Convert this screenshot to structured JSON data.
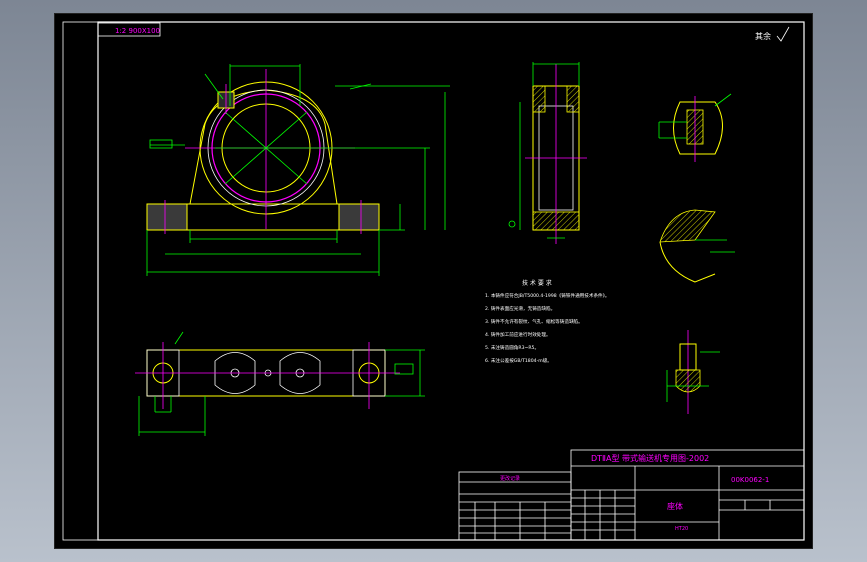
{
  "drawing": {
    "scale_tag": "1:2 900X100",
    "roughness_mark": "其余",
    "title": "DTⅡA型 带式输送机专用图-2002",
    "drawing_no": "00K0062-1",
    "part_name": "座体",
    "material": "HT20"
  },
  "tech_requirements": {
    "heading": "技 术 要 求",
    "items": [
      "1. 本铸件应符合JB/T5000.4-1998《铸铁件通用技术条件》。",
      "2. 铸件表面应光滑，无铸造缺陷。",
      "3. 铸件不允许有裂纹、气孔、缩松等铸造缺陷。",
      "4. 铸件加工前应进行时效处理。",
      "5. 未注铸造圆角R3~R5。",
      "6. 未注公差按GB/T1804-m级。"
    ]
  },
  "change_table": {
    "heading": "更改记录"
  },
  "colors": {
    "outline": "#ffff00",
    "dimension": "#00ff00",
    "centerline": "#ff00ff",
    "text": "#ffffff",
    "hidden": "#00ffff"
  }
}
